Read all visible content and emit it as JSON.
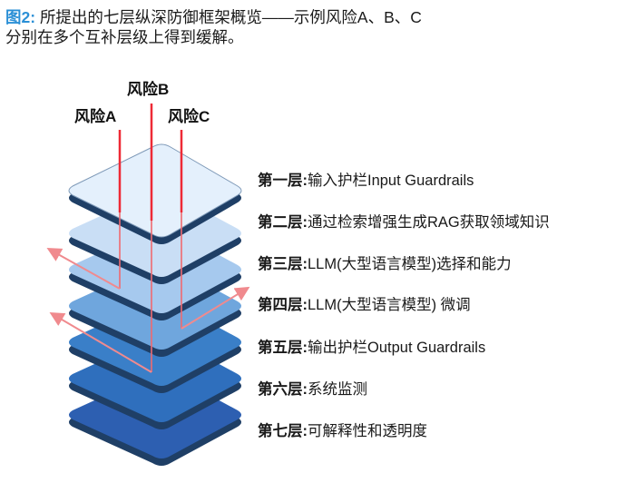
{
  "caption": {
    "figure_label": "图2:",
    "text_line1": "所提出的七层纵深防御框架概览——示例风险A、B、C",
    "text_line2": "分别在多个互补层级上得到缓解。"
  },
  "risks": [
    {
      "label": "风险A",
      "outcome": "stopped-at-layer-2"
    },
    {
      "label": "风险B",
      "outcome": "stopped-at-layer-4"
    },
    {
      "label": "风险C",
      "outcome": "stopped-at-layer-3"
    }
  ],
  "layers": [
    {
      "index": "第一层:",
      "desc": "输入护栏Input Guardrails",
      "color": "#e4f0fc"
    },
    {
      "index": "第二层:",
      "desc": "通过检索增强生成RAG获取领域知识",
      "color": "#c9def5"
    },
    {
      "index": "第三层:",
      "desc": "LLM(大型语言模型)选择和能力",
      "color": "#a6c9ee"
    },
    {
      "index": "第四层:",
      "desc": "LLM(大型语言模型) 微调",
      "color": "#6fa6dd"
    },
    {
      "index": "第五层:",
      "desc": "输出护栏Output Guardrails",
      "color": "#3a7fc8"
    },
    {
      "index": "第六层:",
      "desc": "系统监测",
      "color": "#2f6fbd"
    },
    {
      "index": "第七层:",
      "desc": "可解释性和透明度",
      "color": "#2d5fb1"
    }
  ],
  "colors": {
    "figure_label": "#2a8fd6",
    "risk_line": "#ee2a36",
    "layer_edge": "#1f3f66"
  }
}
